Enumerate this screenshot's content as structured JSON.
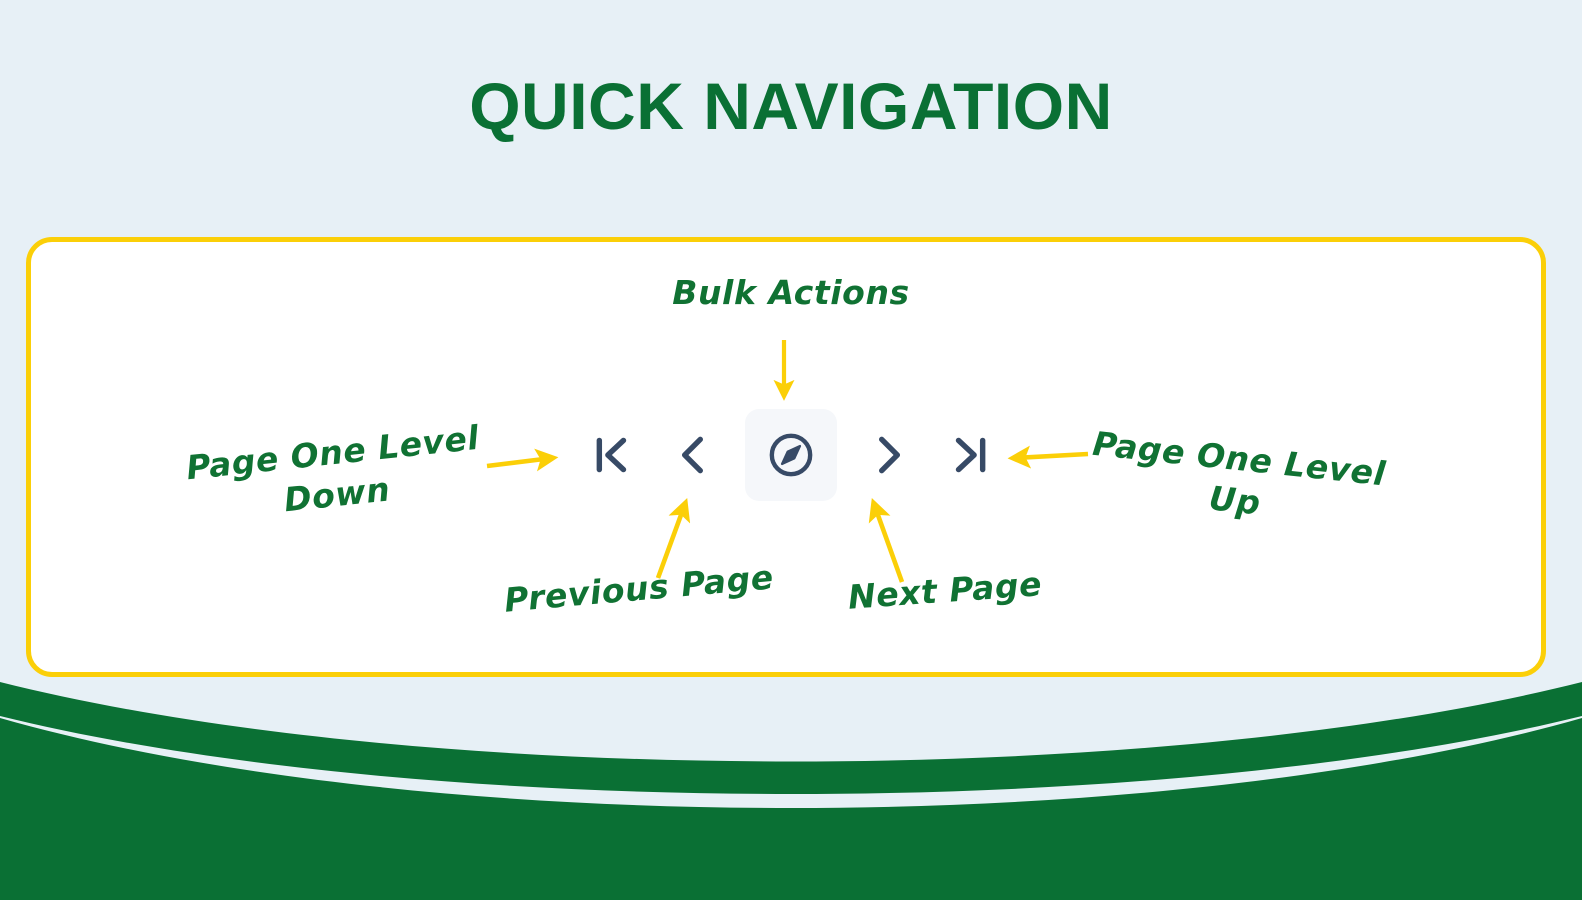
{
  "page": {
    "title": "QUICK NAVIGATION",
    "background_color": "#e7f0f6"
  },
  "card": {
    "border_color": "#fbcf08",
    "background_color": "#ffffff"
  },
  "toolbar": {
    "icon_color": "#374a66",
    "active_button_background": "#f5f7fa",
    "buttons": [
      {
        "name": "page-one-level-down",
        "icon": "skip-back-icon",
        "label": "Page One Level Down"
      },
      {
        "name": "previous-page",
        "icon": "chevron-left-icon",
        "label": "Previous Page"
      },
      {
        "name": "bulk-actions",
        "icon": "compass-icon",
        "label": "Bulk Actions"
      },
      {
        "name": "next-page",
        "icon": "chevron-right-icon",
        "label": "Next Page"
      },
      {
        "name": "page-one-level-up",
        "icon": "skip-forward-icon",
        "label": "Page One Level Up"
      }
    ]
  },
  "annotations": {
    "color": "#107233",
    "arrow_color": "#fbcf08",
    "bulk_actions": "Bulk Actions",
    "page_one_level_down": "Page One Level\nDown",
    "page_one_level_up": "Page One Level\nUp",
    "previous_page": "Previous Page",
    "next_page": "Next Page"
  },
  "decoration": {
    "wave_color": "#0a7034"
  }
}
